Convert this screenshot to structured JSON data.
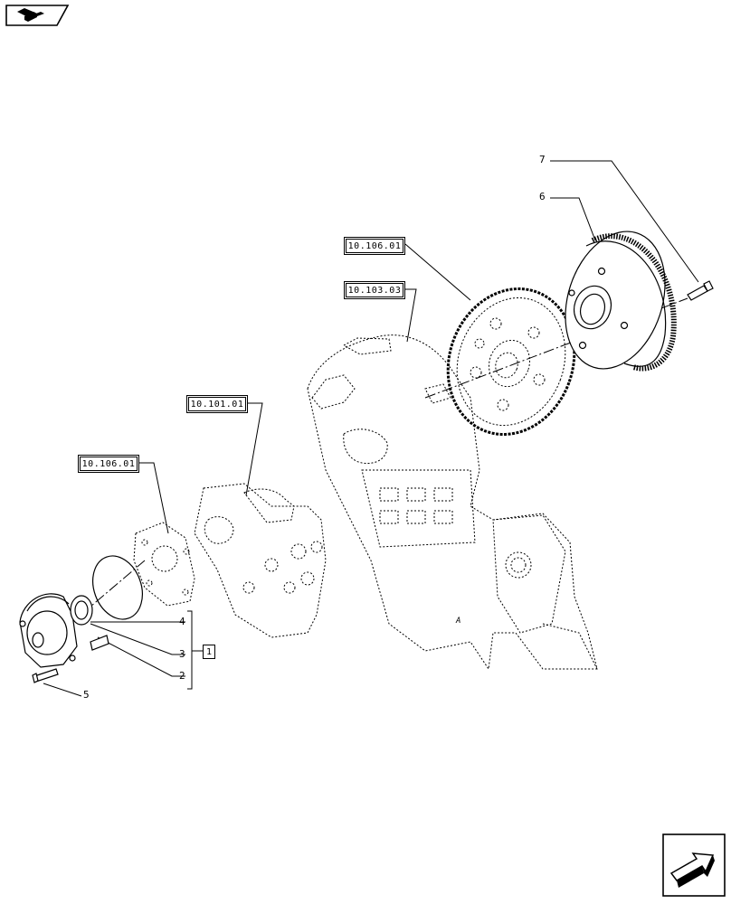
{
  "navigation": {
    "prev_icon": "folder-arrow-icon",
    "next_icon": "next-page-arrow-icon"
  },
  "references": [
    {
      "id": "ref-10-106-01-top",
      "label": "10.106.01"
    },
    {
      "id": "ref-10-103-03",
      "label": "10.103.03"
    },
    {
      "id": "ref-10-101-01",
      "label": "10.101.01"
    },
    {
      "id": "ref-10-106-01-left",
      "label": "10.106.01"
    }
  ],
  "callouts": [
    {
      "id": "callout-7",
      "label": "7"
    },
    {
      "id": "callout-6",
      "label": "6"
    },
    {
      "id": "callout-4",
      "label": "4"
    },
    {
      "id": "callout-3",
      "label": "3"
    },
    {
      "id": "callout-2",
      "label": "2"
    },
    {
      "id": "callout-5",
      "label": "5"
    }
  ],
  "kit": {
    "label": "1"
  },
  "stamp": {
    "label": "A"
  }
}
